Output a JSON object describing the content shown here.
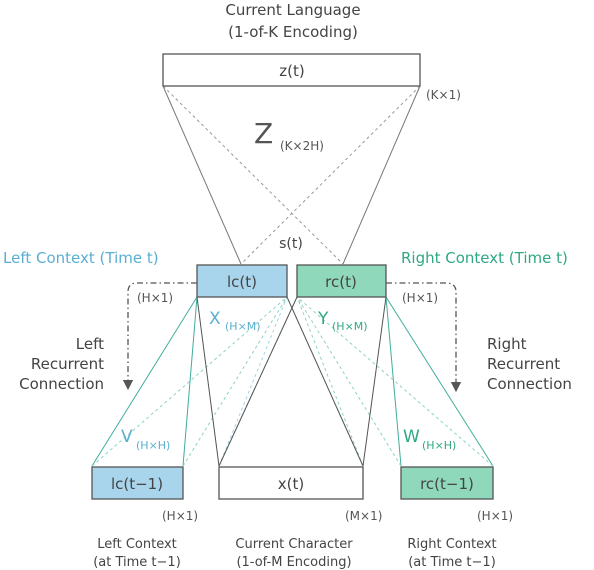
{
  "header": {
    "line1": "Current Language",
    "line2": "(1-of-K Encoding)"
  },
  "boxes": {
    "z": "z(t)",
    "lc": "lc(t)",
    "rc": "rc(t)",
    "lc_prev": "lc(t−1)",
    "x": "x(t)",
    "rc_prev": "rc(t−1)"
  },
  "dims": {
    "z": "(K×1)",
    "lc": "(H×1)",
    "rc": "(H×1)",
    "lc_prev": "(H×1)",
    "x": "(M×1)",
    "rc_prev": "(H×1)"
  },
  "weights": {
    "Z": "Z",
    "Z_sub": "(K×2H)",
    "X": "X",
    "X_sub": "(H×M)",
    "Y": "Y",
    "Y_sub": "(H×M)",
    "V": "V",
    "V_sub": "(H×H)",
    "W": "W",
    "W_sub": "(H×H)"
  },
  "labels": {
    "s": "s(t)",
    "left_context": "Left Context (Time t)",
    "right_context": "Right Context (Time t)",
    "left_recurrent": [
      "Left",
      "Recurrent",
      "Connection"
    ],
    "right_recurrent": [
      "Right",
      "Recurrent",
      "Connection"
    ]
  },
  "captions": {
    "left": [
      "Left Context",
      "(at Time t−1)"
    ],
    "center": [
      "Current Character",
      "(1-of-M Encoding)"
    ],
    "right": [
      "Right Context",
      "(at Time t−1)"
    ]
  },
  "colors": {
    "blue_fill": "#a8d4ec",
    "blue_text": "#5aafd0",
    "green_fill": "#8fd8bc",
    "green_text": "#2fa884",
    "line_gray": "#555555"
  }
}
